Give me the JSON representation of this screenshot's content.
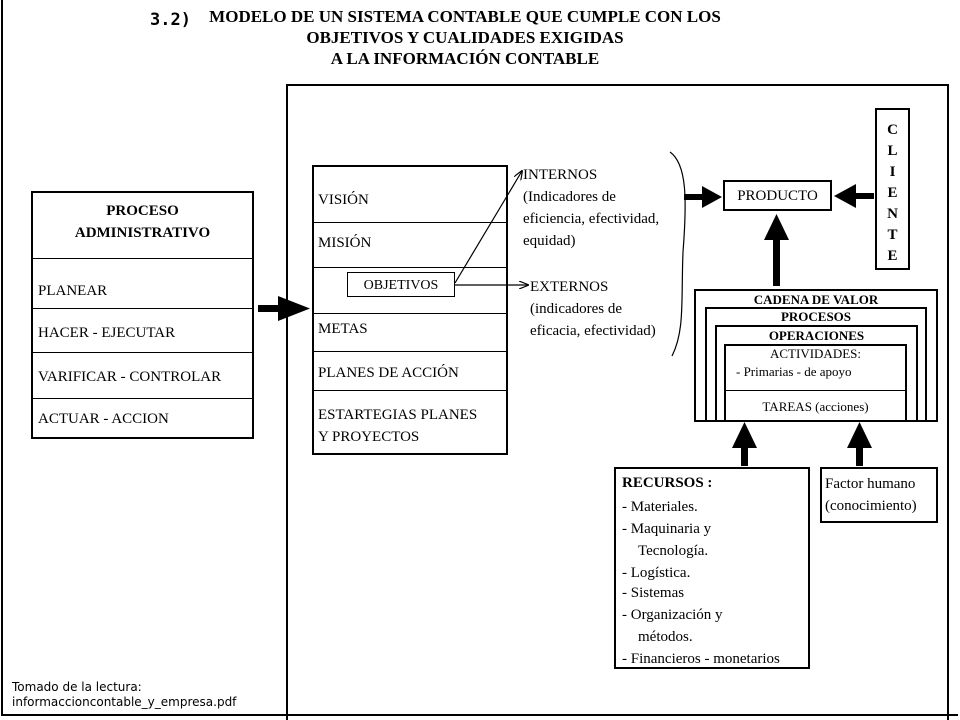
{
  "header": {
    "number": "3.2)",
    "title_lines": [
      "MODELO DE UN SISTEMA CONTABLE QUE CUMPLE CON LOS",
      "OBJETIVOS Y CUALIDADES EXIGIDAS",
      "A LA INFORMACIÓN CONTABLE"
    ]
  },
  "proceso": {
    "title_lines": [
      "PROCESO",
      "ADMINISTRATIVO"
    ],
    "items": [
      "PLANEAR",
      "HACER - EJECUTAR",
      "VARIFICAR - CONTROLAR",
      "ACTUAR - ACCION"
    ]
  },
  "planning": {
    "items": [
      "VISIÓN",
      "MISIÓN",
      "OBJETIVOS",
      "METAS",
      "PLANES DE ACCIÓN",
      "ESTARTEGIAS PLANES",
      "Y PROYECTOS"
    ]
  },
  "internos": {
    "lines": [
      "INTERNOS",
      "(Indicadores de",
      "eficiencia, efectividad,",
      "equidad)"
    ]
  },
  "externos": {
    "lines": [
      "EXTERNOS",
      "(indicadores de",
      "eficacia, efectividad)"
    ]
  },
  "producto": "PRODUCTO",
  "cliente_letters": [
    "C",
    "L",
    "I",
    "E",
    "N",
    "T",
    "E"
  ],
  "cadena": {
    "cadena": "CADENA DE VALOR",
    "procesos": "PROCESOS",
    "operaciones": "OPERACIONES",
    "actividades": "ACTIVIDADES:",
    "actividades_detail": "-  Primarias - de apoyo",
    "tareas": "TAREAS (acciones)"
  },
  "recursos": {
    "title": "RECURSOS :",
    "lines": [
      "-  Materiales.",
      "-  Maquinaria y",
      "Tecnología.",
      "-  Logística.",
      "-  Sistemas",
      "-  Organización y",
      "métodos.",
      "-  Financieros - monetarios"
    ]
  },
  "factor": {
    "lines": [
      "Factor humano",
      "(conocimiento)"
    ]
  },
  "credit": {
    "lines": [
      "Tomado de la lectura:",
      "informaccioncontable_y_empresa.pdf"
    ]
  }
}
